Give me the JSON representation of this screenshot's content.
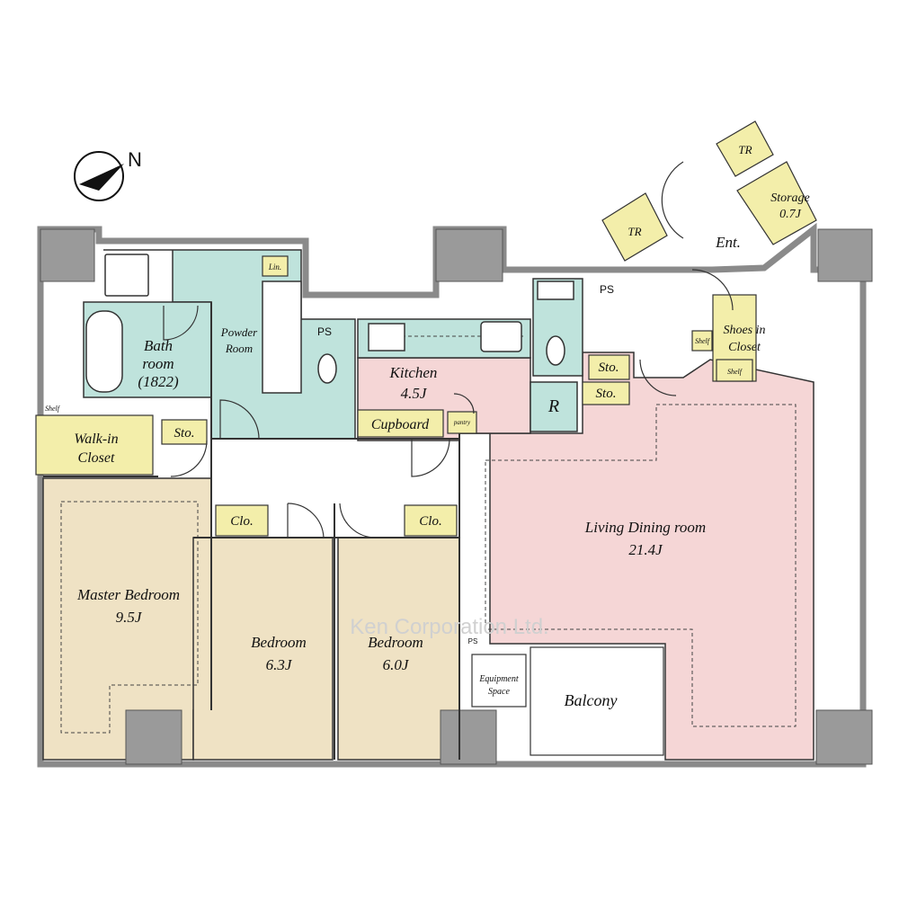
{
  "rooms": {
    "master_bedroom": {
      "name": "Master Bedroom",
      "size": "9.5J"
    },
    "bedroom_a": {
      "name": "Bedroom",
      "size": "6.3J"
    },
    "bedroom_b": {
      "name": "Bedroom",
      "size": "6.0J"
    },
    "living": {
      "name": "Living Dining room",
      "size": "21.4J"
    },
    "kitchen": {
      "name": "Kitchen",
      "size": "4.5J"
    },
    "bath": {
      "name": "Bath",
      "name2": "room",
      "size": "(1822)"
    },
    "powder": {
      "name": "Powder",
      "name2": "Room"
    },
    "storage": {
      "name": "Storage",
      "size": "0.7J"
    },
    "entrance": "Ent.",
    "balcony": "Balcony",
    "equipment": {
      "line1": "Equipment",
      "line2": "Space"
    }
  },
  "labels": {
    "walk_in_closet_1": "Walk-in",
    "walk_in_closet_2": "Closet",
    "shoes_closet_1": "Shoes in",
    "shoes_closet_2": "Closet",
    "cupboard": "Cupboard",
    "pantry": "pantry",
    "refrigerator": "R",
    "sto": "Sto.",
    "clo": "Clo.",
    "shelf": "Shelf",
    "lin": "Lin.",
    "ps": "PS",
    "tr": "TR"
  },
  "compass": {
    "letter": "N"
  },
  "watermark": "Ken Corporation Ltd.",
  "colors": {
    "bedroom": "#efe2c4",
    "living": "#f5d6d6",
    "wet": "#bfe3dc",
    "storage": "#f3eeaa",
    "wall": "#888888",
    "column": "#9a9a9a",
    "line": "#333333"
  }
}
